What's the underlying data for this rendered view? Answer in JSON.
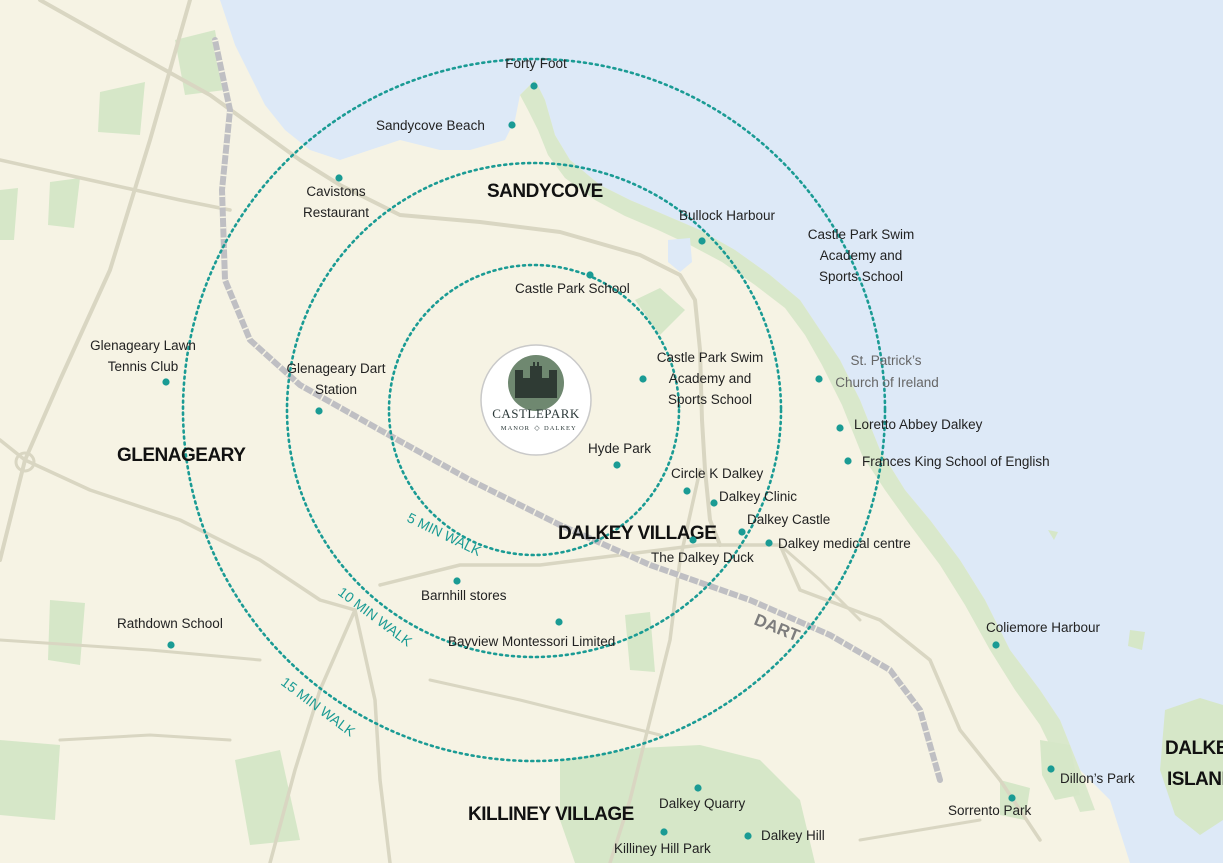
{
  "map": {
    "colors": {
      "land": "#f6f3e4",
      "sea": "#dde9f7",
      "green": "#d6e7c8",
      "road": "#d9d6c2",
      "rail": "#bfbfc3",
      "walk_ring": "#1a9b94",
      "poi": "#1a9b94"
    },
    "areas": {
      "sandycove": "SANDYCOVE",
      "glenageary": "GLENAGEARY",
      "dalkey_village": "DALKEY VILLAGE",
      "killiney_village": "KILLINEY VILLAGE",
      "dalkey_island_1": "DALKEY",
      "dalkey_island_2": "ISLAND"
    },
    "walk_rings": {
      "five": "5 MIN WALK",
      "ten": "10 MIN WALK",
      "fifteen": "15 MIN WALK"
    },
    "rail_label": "DART",
    "logo": {
      "name": "CASTLEPARK",
      "sub_left": "MANOR",
      "sub_right": "DALKEY",
      "icon": "castle-icon"
    },
    "pois": {
      "forty_foot": "Forty Foot",
      "sandycove_beach": "Sandycove Beach",
      "cavistons_1": "Cavistons",
      "cavistons_2": "Restaurant",
      "bullock_harbour": "Bullock Harbour",
      "swim_top_1": "Castle Park Swim",
      "swim_top_2": "Academy and",
      "swim_top_3": "Sports School",
      "castle_park_school": "Castle Park School",
      "glenageary_lawn_1": "Glenageary Lawn",
      "glenageary_lawn_2": "Tennis Club",
      "glenageary_dart_1": "Glenageary Dart",
      "glenageary_dart_2": "Station",
      "swim_mid_1": "Castle Park Swim",
      "swim_mid_2": "Academy and",
      "swim_mid_3": "Sports School",
      "st_patricks_1": "St. Patrick’s",
      "st_patricks_2": "Church of Ireland",
      "loretto": "Loretto Abbey Dalkey",
      "frances_king": "Frances King School of English",
      "hyde_park": "Hyde Park",
      "circle_k": "Circle K Dalkey",
      "dalkey_clinic": "Dalkey Clinic",
      "dalkey_castle": "Dalkey Castle",
      "dalkey_medical": "Dalkey medical centre",
      "dalkey_duck": "The Dalkey Duck",
      "barnhill": "Barnhill stores",
      "bayview": "Bayview Montessori Limited",
      "rathdown": "Rathdown School",
      "coliemore": "Coliemore Harbour",
      "dalkey_quarry": "Dalkey Quarry",
      "killiney_hill": "Killiney Hill Park",
      "dalkey_hill": "Dalkey Hill",
      "dillons": "Dillon’s Park",
      "sorrento": "Sorrento Park"
    }
  }
}
